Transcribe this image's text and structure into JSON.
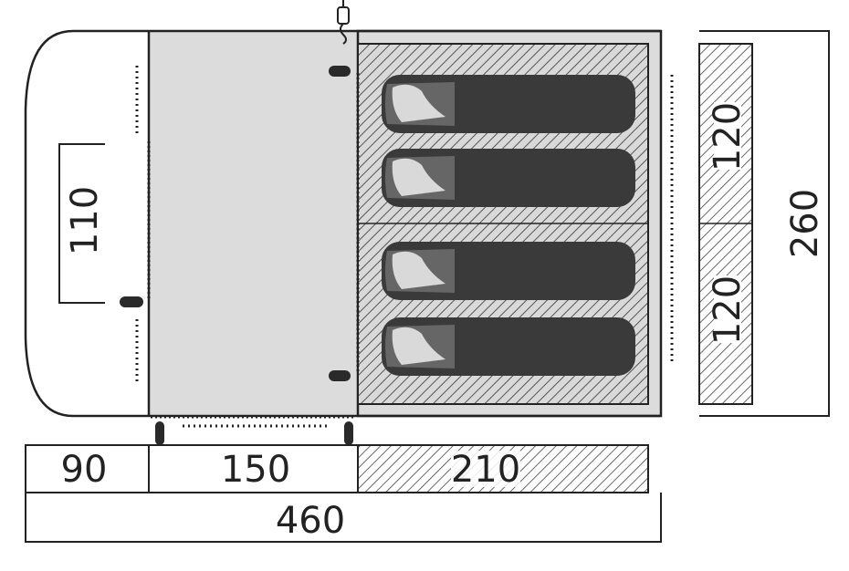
{
  "labels": {
    "vestibule_depth": "90",
    "living_depth": "150",
    "bedroom_depth": "210",
    "total_length": "460",
    "vestibule_width": "110",
    "bedroom_upper_width": "120",
    "bedroom_lower_width": "120",
    "total_width": "260"
  },
  "colors": {
    "outline": "#222222",
    "living_fill": "#dcdcdc",
    "bedroom_fill": "#d9d9d9",
    "sleeping_bag": "#3a3a3a",
    "sleeping_bag_hood": "#666666",
    "hatch": "#555555"
  },
  "icons": [
    "sleeping-bag-icon",
    "zip-pull-icon",
    "pitching-point-icon"
  ]
}
